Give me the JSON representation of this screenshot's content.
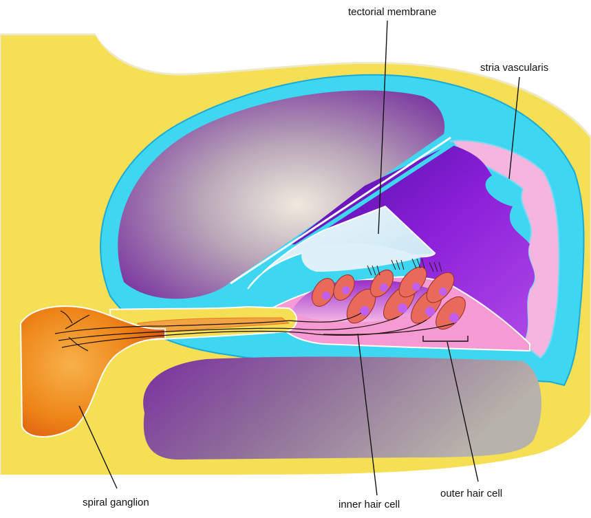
{
  "labels": {
    "tectorial_membrane": "tectorial membrane",
    "stria_vascularis": "stria vascularis",
    "spiral_ganglion": "spiral ganglion",
    "inner_hair_cell": "inner hair cell",
    "outer_hair_cell": "outer hair cell"
  },
  "colors": {
    "bone": "#f4df55",
    "bone_edge": "#efe9c8",
    "fluid": "#3fd6f2",
    "chamber_purple": "#7c3aa0",
    "chamber_light": "#efeade",
    "endolymph": "#8a1fd8",
    "stria": "#f4b5df",
    "organ_pink": "#f59ad2",
    "ganglion_orange": "#f08a1c",
    "hair_cell": "#e86a5a",
    "nucleus": "#c05ff0"
  }
}
